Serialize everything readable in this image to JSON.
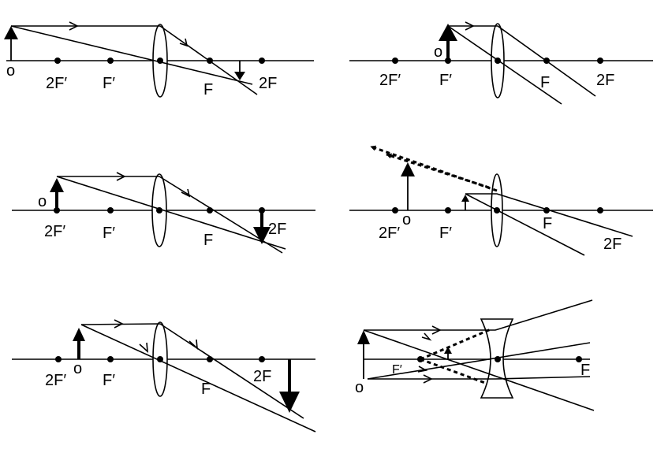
{
  "panels": [
    {
      "labels": {
        "object": "o",
        "twoF_prime": "2F′",
        "F_prime": "F′",
        "F": "F",
        "twoF": "2F"
      }
    },
    {
      "labels": {
        "object": "o",
        "twoF_prime": "2F′",
        "F_prime": "F′",
        "F": "F",
        "twoF": "2F"
      }
    },
    {
      "labels": {
        "object": "o",
        "twoF_prime": "2F′",
        "F_prime": "F′",
        "F": "F",
        "twoF": "2F"
      }
    },
    {
      "labels": {
        "object": "o",
        "twoF_prime": "2F′",
        "F_prime": "F′",
        "F": "F",
        "twoF": "2F"
      }
    },
    {
      "labels": {
        "object": "o",
        "twoF_prime": "2F′",
        "F_prime": "F′",
        "F": "F",
        "twoF": "2F"
      }
    },
    {
      "labels": {
        "object": "o",
        "F_prime": "F′",
        "F": "F"
      }
    }
  ]
}
